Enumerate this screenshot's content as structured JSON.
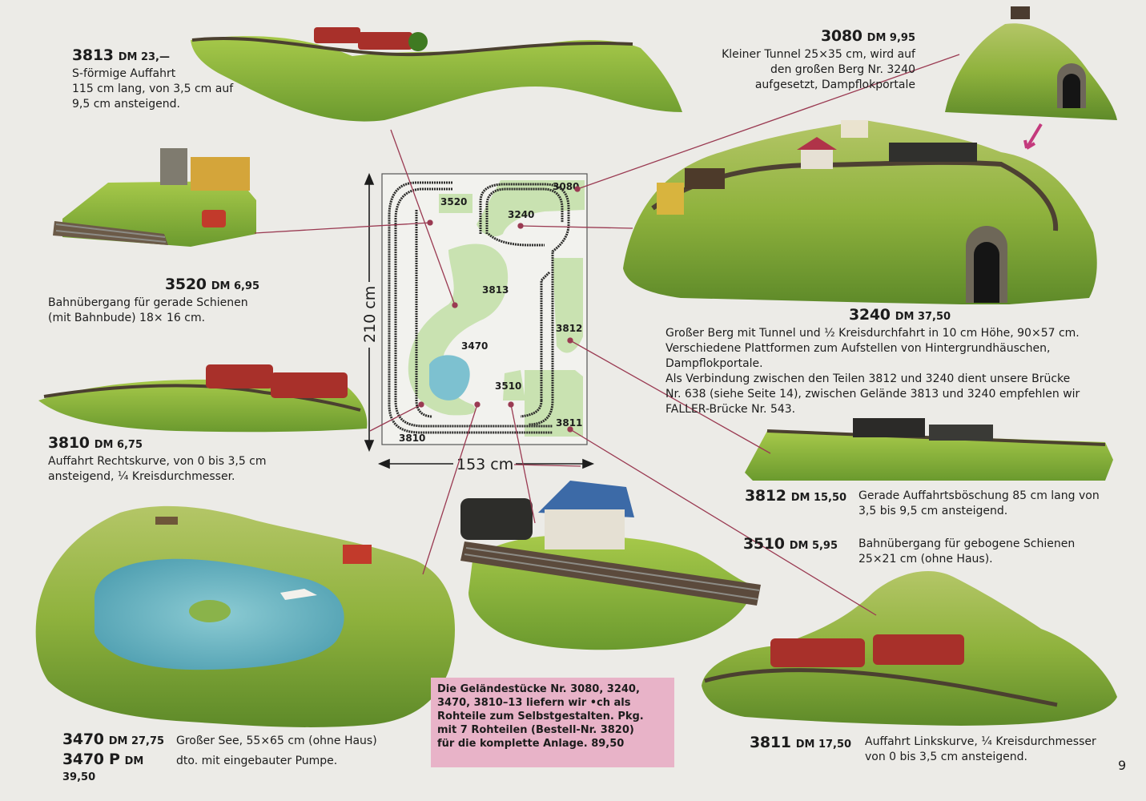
{
  "products": {
    "p3813": {
      "number": "3813",
      "price": "DM 23,—",
      "lines": [
        "S-förmige Auffahrt",
        "115 cm lang, von 3,5 cm auf",
        "9,5 cm ansteigend."
      ]
    },
    "p3080": {
      "number": "3080",
      "price": "DM 9,95",
      "lines": [
        "Kleiner Tunnel 25×35 cm, wird auf",
        "den großen Berg Nr. 3240",
        "aufgesetzt, Dampflokportale"
      ]
    },
    "p3520": {
      "number": "3520",
      "price": "DM 6,95",
      "lines": [
        "Bahnübergang für gerade Schienen",
        "(mit Bahnbude) 18× 16 cm."
      ]
    },
    "p3240": {
      "number": "3240",
      "price": "DM 37,50",
      "lines": [
        "Großer Berg mit Tunnel und ½ Kreisdurchfahrt in 10 cm Höhe, 90×57 cm.",
        "Verschiedene Plattformen zum Aufstellen von Hintergrundhäuschen,",
        "Dampflokportale.",
        "Als Verbindung zwischen den Teilen 3812 und 3240 dient unsere Brücke",
        "Nr. 638 (siehe Seite 14), zwischen Gelände 3813 und 3240 empfehlen wir",
        "FALLER-Brücke Nr. 543."
      ]
    },
    "p3810": {
      "number": "3810",
      "price": "DM 6,75",
      "lines": [
        "Auffahrt Rechtskurve, von 0 bis 3,5 cm",
        "ansteigend, ¼ Kreisdurchmesser."
      ]
    },
    "p3812": {
      "number": "3812",
      "price": "DM 15,50",
      "lines": [
        "Gerade Auffahrtsböschung 85 cm lang von",
        "3,5 bis 9,5 cm ansteigend."
      ]
    },
    "p3510": {
      "number": "3510",
      "price": "DM 5,95",
      "lines": [
        "Bahnübergang für gebogene Schienen",
        "25×21 cm (ohne Haus)."
      ]
    },
    "p3470": {
      "number": "3470",
      "price": "DM 27,75",
      "lines": [
        "Großer See, 55×65 cm (ohne Haus)"
      ]
    },
    "p3470P": {
      "number": "3470 P",
      "price": "DM 39,50",
      "lines": [
        "dto. mit eingebauter Pumpe."
      ]
    },
    "p3811": {
      "number": "3811",
      "price": "DM 17,50",
      "lines": [
        "Auffahrt Linkskurve, ¼ Kreisdurchmesser",
        "von 0 bis 3,5 cm ansteigend."
      ]
    }
  },
  "plan": {
    "height_label": "210 cm",
    "width_label": "153 cm",
    "labels": {
      "l3520": "3520",
      "l3080": "3080",
      "l3240": "3240",
      "l3813": "3813",
      "l3470": "3470",
      "l3812": "3812",
      "l3510": "3510",
      "l3811": "3811",
      "l3810": "3810"
    }
  },
  "note": {
    "lines": [
      "Die Geländestücke Nr. 3080, 3240,",
      "3470, 3810–13 liefern wir •ch als",
      "Rohteile zum Selbstgestalten. Pkg.",
      "mit 7 Rohteilen (Bestell-Nr. 3820)",
      "für die komplette Anlage. 89,50"
    ]
  },
  "page_number": "9",
  "colors": {
    "terrain": "#8fb83a",
    "terrain_dark": "#5c8a2a",
    "rock": "#a89b6e",
    "water": "#6fb8c8",
    "plan_bg": "#c9e2b1",
    "leader": "#9a3a52",
    "note_bg": "#e8b3c8",
    "train_red": "#a8302a"
  }
}
